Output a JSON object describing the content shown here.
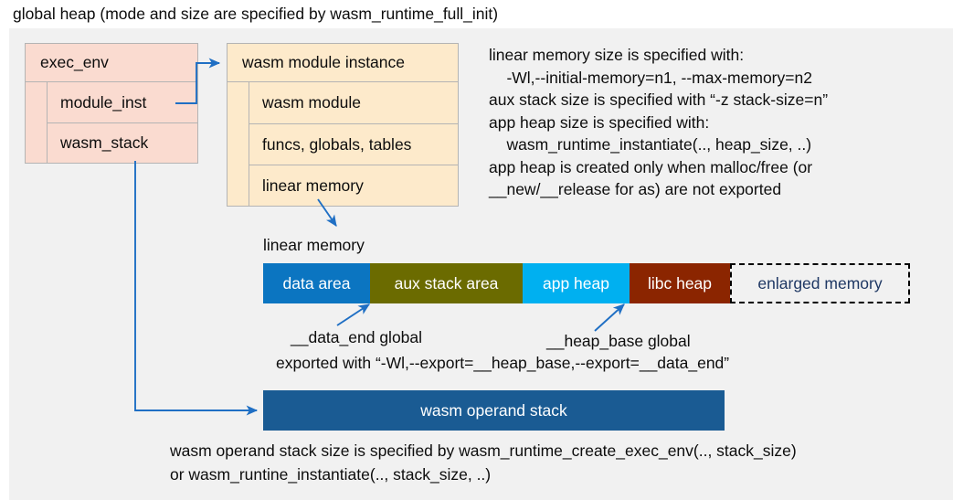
{
  "title": "global heap (mode and size are specified by wasm_runtime_full_init)",
  "exec_env": {
    "header": "exec_env",
    "fields": [
      {
        "label": "module_inst"
      },
      {
        "label": "wasm_stack"
      }
    ]
  },
  "module_instance": {
    "header": "wasm module instance",
    "fields": [
      {
        "label": "wasm module"
      },
      {
        "label": "funcs, globals, tables"
      },
      {
        "label": "linear memory"
      }
    ]
  },
  "memory_notes": "linear memory size is specified with:\n    -Wl,--initial-memory=n1, --max-memory=n2\naux stack size is specified with “-z stack-size=n”\napp heap size is specified with:\n    wasm_runtime_instantiate(.., heap_size, ..)\napp heap is created only when malloc/free (or\n__new/__release for as) are not exported",
  "linear_memory": {
    "label": "linear memory",
    "segments": [
      {
        "label": "data area",
        "color": "#0b75c1",
        "width": 117
      },
      {
        "label": "aux stack area",
        "color": "#6b6b00",
        "width": 167
      },
      {
        "label": "app heap",
        "color": "#00b0f0",
        "width": 117
      },
      {
        "label": "libc heap",
        "color": "#8b2500",
        "width": 110
      },
      {
        "label": "enlarged memory",
        "color": "#f1f1f1",
        "width": 197
      }
    ]
  },
  "pointers": {
    "data_end": "__data_end global",
    "heap_base": "__heap_base global",
    "export_note": "exported with “-Wl,--export=__heap_base,--export=__data_end”"
  },
  "operand_stack": {
    "label": "wasm operand stack",
    "note": "wasm operand stack size is specified by wasm_runtime_create_exec_env(.., stack_size)\nor wasm_runtine_instantiate(.., stack_size, ..)"
  },
  "colors": {
    "panel_bg": "#f1f1f1",
    "exec_env_bg": "#fadbd0",
    "module_inst_bg": "#fdeacb",
    "operand_stack_bg": "#1a5b93",
    "connector": "#1f6fc4",
    "enlarged_text": "#1f3864"
  }
}
